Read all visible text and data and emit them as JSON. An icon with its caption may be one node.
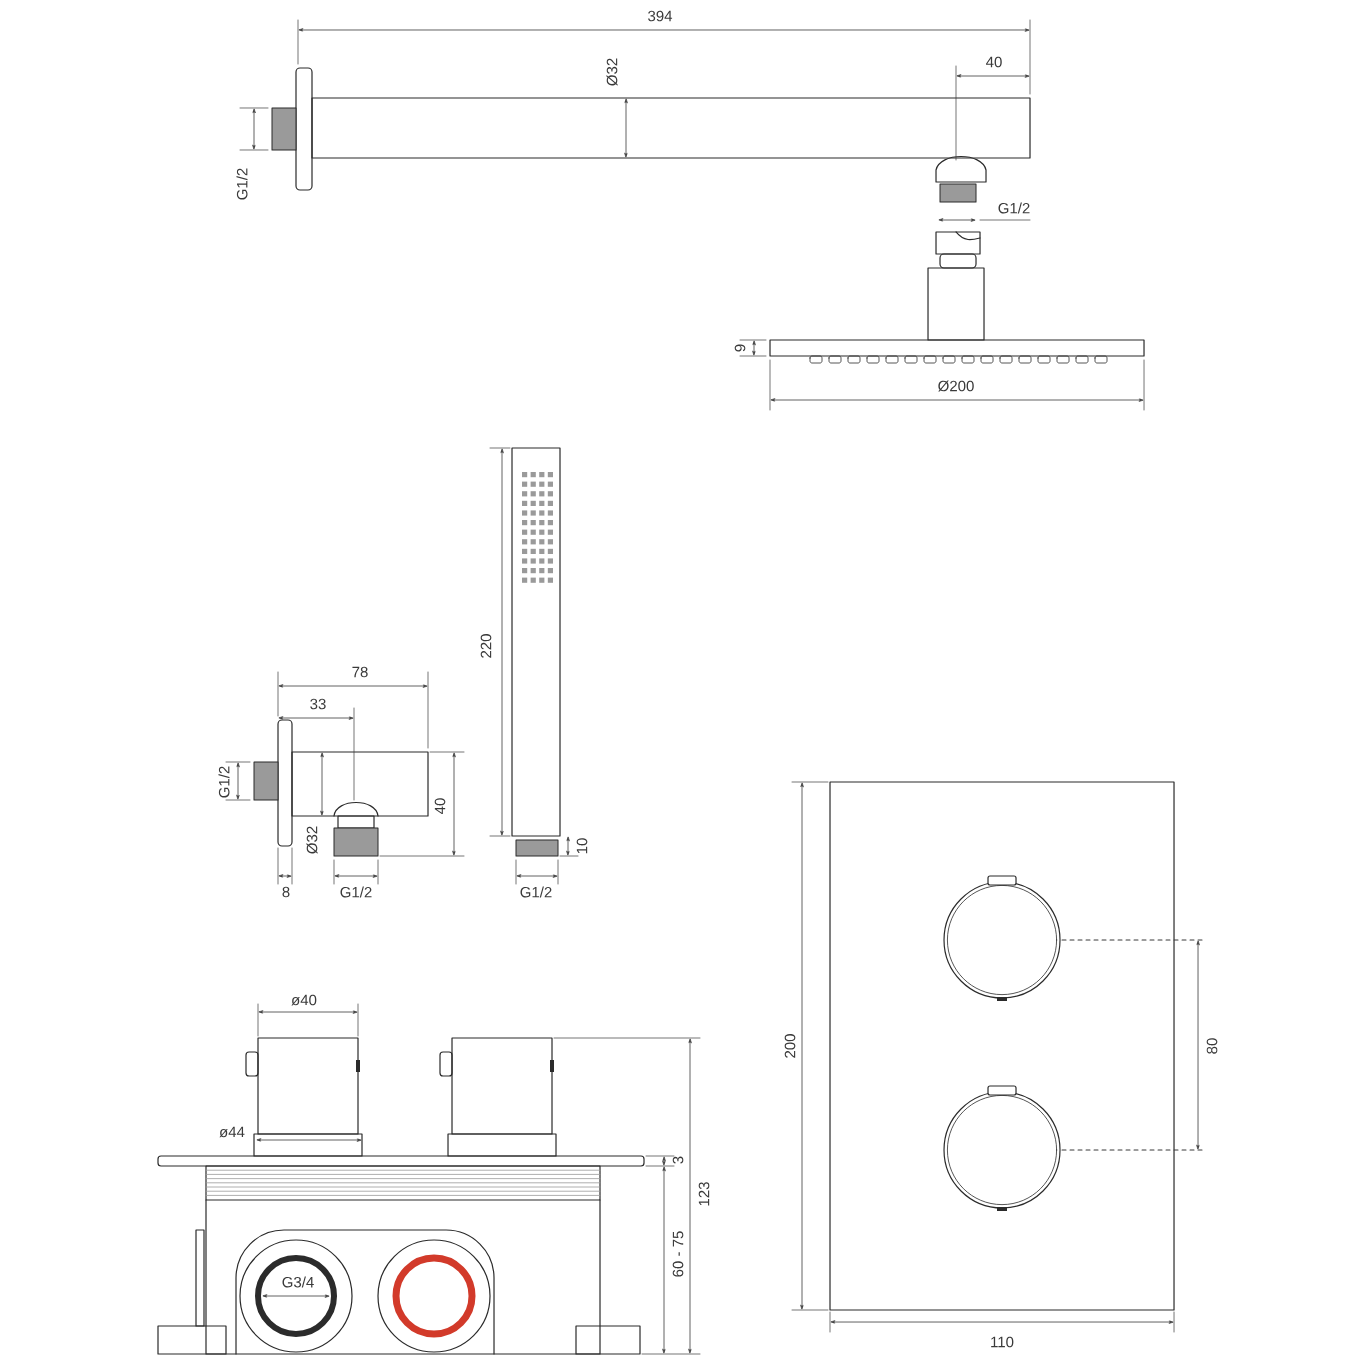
{
  "diagram": {
    "labels": [
      "394",
      "40",
      "Ø32",
      "G1/2",
      "G1/2",
      "9",
      "Ø200",
      "220",
      "78",
      "33",
      "G1/2",
      "40",
      "Ø32",
      "10",
      "8",
      "G1/2",
      "G1/2",
      "ø40",
      "200",
      "80",
      "ø44",
      "3",
      "123",
      "60 - 75",
      "G3/4",
      "110"
    ]
  }
}
